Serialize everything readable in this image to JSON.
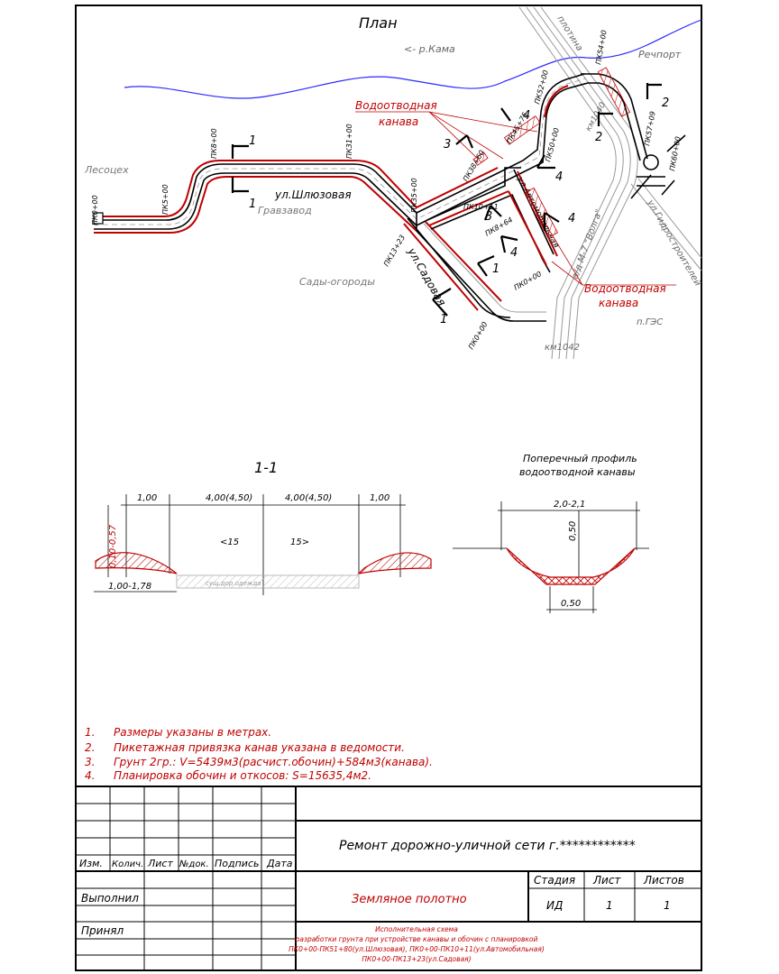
{
  "plan": {
    "title": "План",
    "river": "<- р.Кама",
    "port": "Речпорт",
    "dam": "плотина",
    "lesotsekh": "Лесоцех",
    "gravzavod": "Гравзавод",
    "sady": "Сады-огороды",
    "street_shluz": "ул.Шлюзовая",
    "street_sadovaya": "ул.Садовая",
    "street_avtomob": "ул.Автомобильная",
    "street_gidro": "ул.Гидростроителей",
    "road_m7": "а/д М-7 \"Волга\"",
    "km": "км1042",
    "pges": "п.ГЭС",
    "ditch_label_1a": "Водоотводная",
    "ditch_label_1b": "канава",
    "ditch_label_2a": "Водоотводная",
    "ditch_label_2b": "канава",
    "pickets": [
      "ПК0+00",
      "ПК5+00",
      "ПК8+00",
      "ПК31+00",
      "ПК35+00",
      "ПК13+23",
      "ПК0+00",
      "ПК38+60",
      "ПК45+75",
      "ПК10+11",
      "ПК8+64",
      "ПК0+00",
      "ПК50+00",
      "ПК52+00",
      "ПК54+00",
      "ПК57+09",
      "ПК60+00",
      "км1040"
    ],
    "section_marks": [
      "1",
      "1",
      "1",
      "1",
      "2",
      "2",
      "3",
      "3",
      "4",
      "4",
      "4",
      "4"
    ]
  },
  "section": {
    "title": "1-1",
    "dims_top": [
      "1,00",
      "4,00(4,50)",
      "4,00(4,50)",
      "1,00"
    ],
    "dim_side": "0,10-0,57",
    "dim_bottom": "1,00-1,78",
    "slope_left": "<15",
    "slope_right": "15>",
    "pavement": "сущ.дор.одежда"
  },
  "profile": {
    "title_a": "Поперечный профиль",
    "title_b": "водоотводной канавы",
    "dim_top": "2,0-2,1",
    "dim_depth": "0,50",
    "dim_bottom": "0,50"
  },
  "notes": [
    {
      "n": "1.",
      "text": "Размеры указаны в метрах."
    },
    {
      "n": "2.",
      "text": "Пикетажная привязка канав указана в ведомости."
    },
    {
      "n": "3.",
      "text": "Грунт 2гр.: V=5439м3(расчист.обочин)+584м3(канава)."
    },
    {
      "n": "4.",
      "text": "Планировка обочин и откосов: S=15635,4м2."
    }
  ],
  "stamp": {
    "headers": [
      "Изм.",
      "Колич.",
      "Лист",
      "№док.",
      "Подпись",
      "Дата"
    ],
    "project": "Ремонт дорожно-уличной сети г.************",
    "row_done": "Выполнил",
    "row_accepted": "Принял",
    "drawing_title": "Земляное полотно",
    "stage_hdr": "Стадия",
    "sheet_hdr": "Лист",
    "sheets_hdr": "Листов",
    "stage": "ИД",
    "sheet": "1",
    "sheets": "1",
    "desc": [
      "Исполнительная схема",
      "разработки грунта при устройстве канавы и обочин с планировкой",
      "ПК0+00-ПК51+80(ул.Шлюзовая), ПК0+00-ПК10+11(ул.Автомобильная)",
      "ПК0+00-ПК13+23(ул.Садовая)"
    ]
  },
  "colors": {
    "red": "#c00000",
    "line": "#000000",
    "gray": "#9a9a9a",
    "blue": "#2a2aff"
  }
}
